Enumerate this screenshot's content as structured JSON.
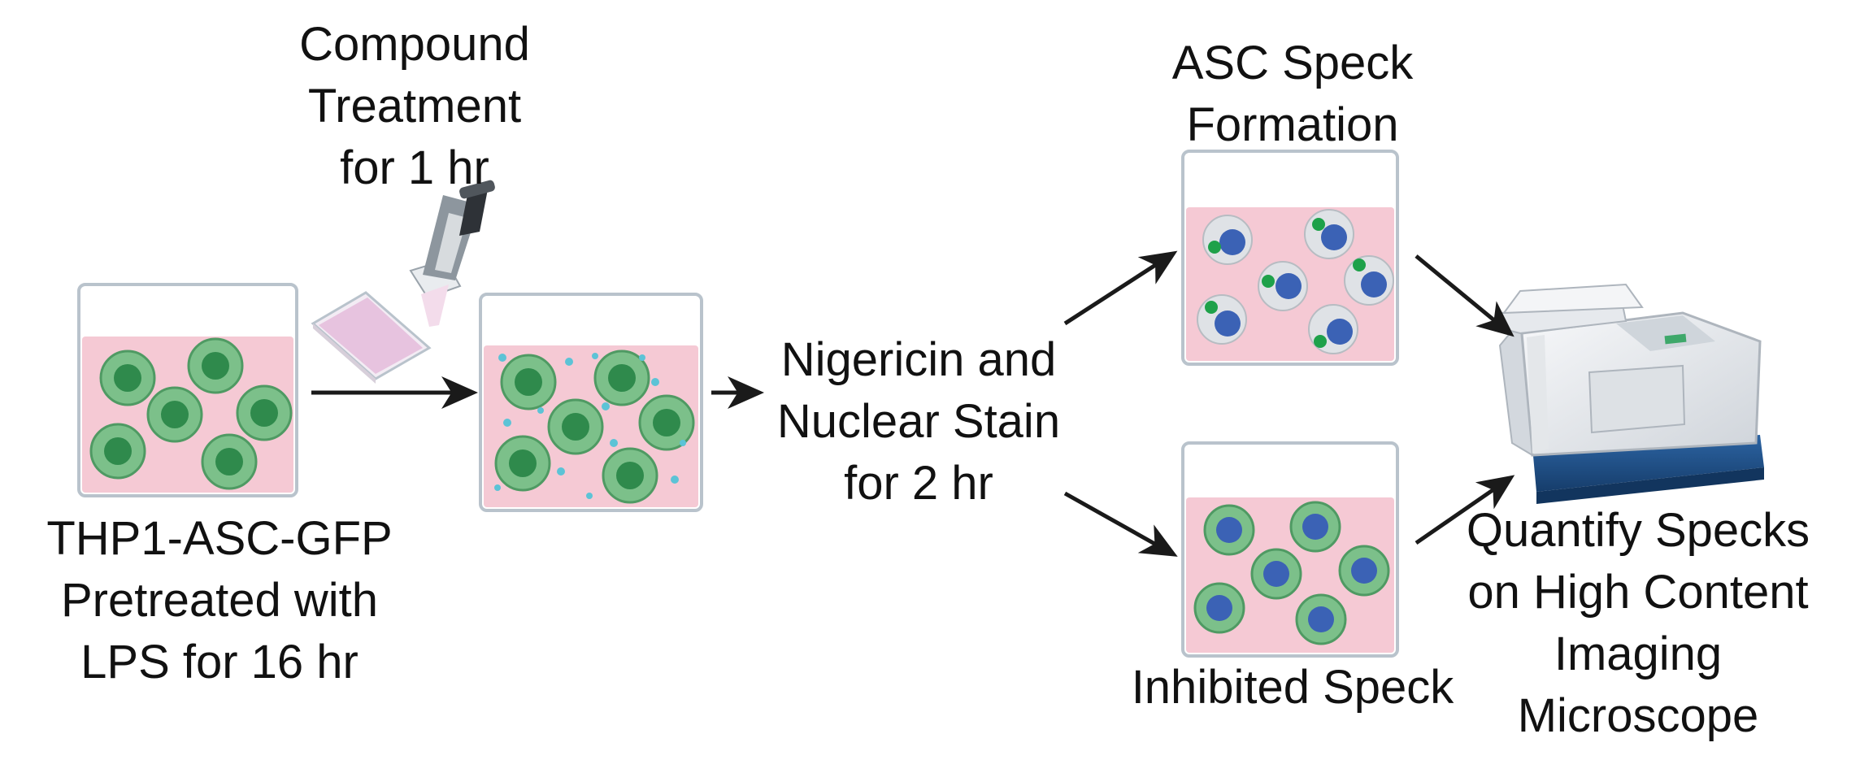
{
  "colors": {
    "media": "#f5c9d4",
    "headspace": "#ffffff",
    "beaker_wall": "#b9c3cc",
    "cell_green": "#7cc08a",
    "cell_edge": "#4f9a63",
    "nucleus_green": "#2f8a4c",
    "cell_grey": "#dfe2e6",
    "nucleus_blue": "#3b62b5",
    "speck": "#1ea14a",
    "compound": "#5cc3d6",
    "arrow": "#1a1a1a",
    "microscope_body": "#eceef1",
    "microscope_base": "#1f4f86"
  },
  "labels": {
    "compound": [
      "Compound",
      "Treatment",
      "for 1 hr"
    ],
    "thp1": [
      "THP1-ASC-GFP",
      "Pretreated with",
      "LPS for 16 hr"
    ],
    "nigericin": [
      "Nigericin and",
      "Nuclear Stain",
      "for 2 hr"
    ],
    "asc_speck": [
      "ASC Speck",
      "Formation"
    ],
    "inhibited": [
      "Inhibited Speck"
    ],
    "quantify": [
      "Quantify Specks",
      "on High Content",
      "Imaging",
      "Microscope"
    ]
  },
  "icons": [
    "beaker-icon",
    "pipette-icon",
    "well-plate-icon",
    "microscope-icon",
    "arrow-icon"
  ]
}
